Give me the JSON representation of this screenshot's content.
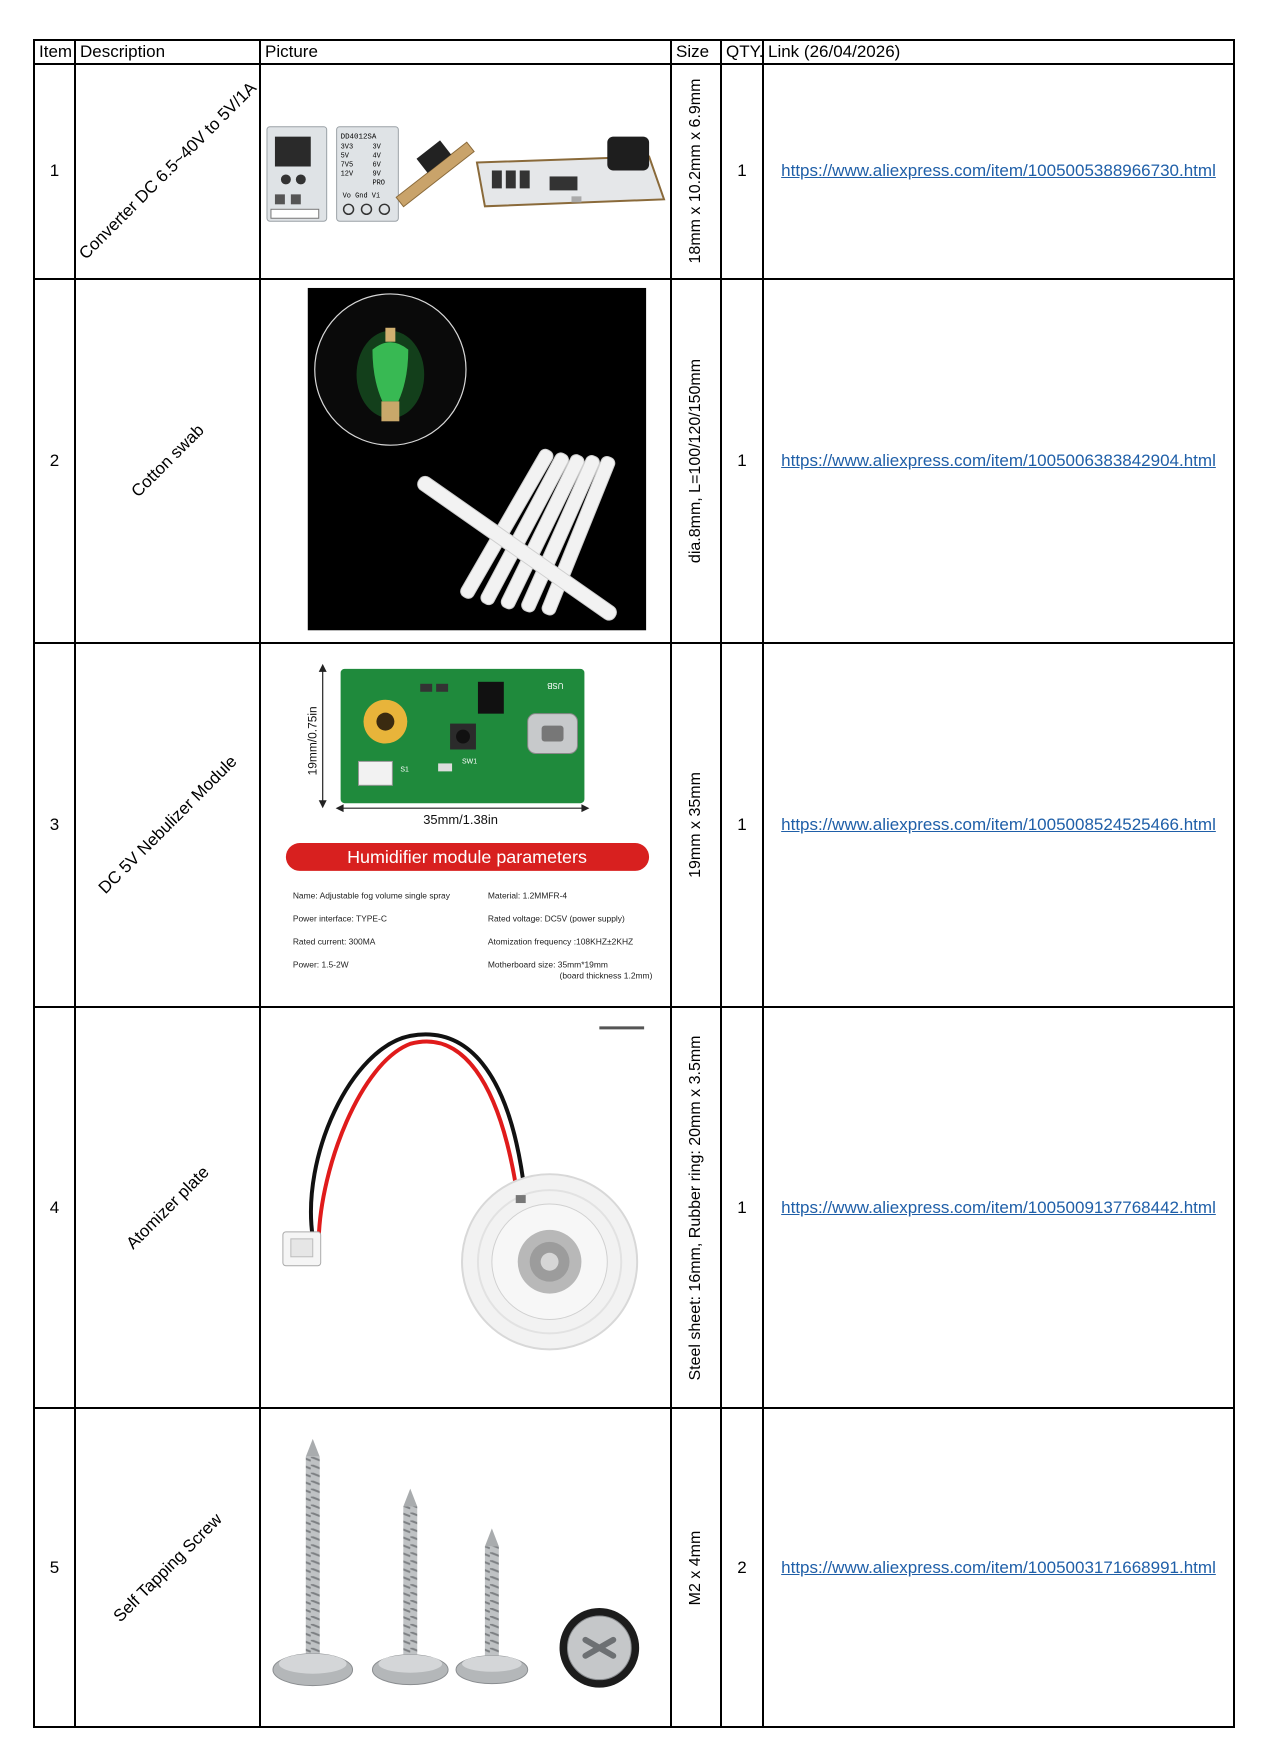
{
  "headers": {
    "item": "Item",
    "description": "Description",
    "picture": "Picture",
    "size": "Size",
    "qty": "QTY.",
    "link": "Link (26/04/2026)"
  },
  "rows": [
    {
      "item": "1",
      "description": "Converter DC 6.5~40V to 5V/1A",
      "size": "18mm x 10.2mm x 6.9mm",
      "qty": "1",
      "link": "https://www.aliexpress.com/item/1005005388966730.html",
      "picture": {
        "icon": "dc-converter-board",
        "label_lines": [
          "DD4012SA",
          "3V3",
          "5V",
          "7V5",
          "12V",
          "3V",
          "4V",
          "6V",
          "9V",
          "PRO",
          "Vo Gnd Vi"
        ]
      }
    },
    {
      "item": "2",
      "description": "Cotton swab",
      "size": "dia.8mm, L=100/120/150mm",
      "qty": "1",
      "link": "https://www.aliexpress.com/item/1005006383842904.html",
      "picture": {
        "icon": "cotton-swab-sticks"
      }
    },
    {
      "item": "3",
      "description": "DC 5V Nebulizer Module",
      "size": "19mm x 35mm",
      "qty": "1",
      "link": "https://www.aliexpress.com/item/1005008524525466.html",
      "picture": {
        "icon": "nebulizer-module-board",
        "dim_height": "19mm/0.75in",
        "dim_width": "35mm/1.38in",
        "banner": "Humidifier module parameters",
        "specs_left": [
          "Name: Adjustable fog volume single spray",
          "Power interface: TYPE-C",
          "Rated current: 300MA",
          "Power: 1.5-2W"
        ],
        "specs_right": [
          "Material: 1.2MMFR-4",
          "Rated voltage: DC5V (power supply)",
          "Atomization frequency :108KHZ±2KHZ",
          "Motherboard size: 35mm*19mm"
        ],
        "specs_note": "(board thickness 1.2mm)",
        "board_labels": [
          "USB",
          "SW1",
          "S1"
        ]
      }
    },
    {
      "item": "4",
      "description": "Atomizer plate",
      "size": "Steel sheet: 16mm, Rubber ring: 20mm x 3.5mm",
      "qty": "1",
      "link": "https://www.aliexpress.com/item/1005009137768442.html",
      "picture": {
        "icon": "atomizer-plate"
      }
    },
    {
      "item": "5",
      "description": "Self Tapping Screw",
      "size": "M2 x 4mm",
      "qty": "2",
      "link": "https://www.aliexpress.com/item/1005003171668991.html",
      "picture": {
        "icon": "self-tapping-screws"
      }
    }
  ],
  "colors": {
    "link": "#1f5fa8",
    "pcb_green": "#1f8a3c",
    "pcb_white": "#e3e6e8",
    "banner_red": "#d8201f"
  }
}
